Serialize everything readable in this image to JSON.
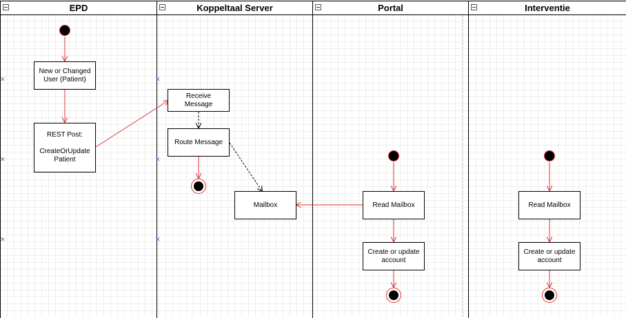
{
  "colors": {
    "flow": "#e03030",
    "dependency": "#000000",
    "grid": "#eeeeee"
  },
  "lanes": [
    {
      "id": "epd",
      "title": "EPD"
    },
    {
      "id": "koppeltaal",
      "title": "Koppeltaal Server"
    },
    {
      "id": "portal",
      "title": "Portal"
    },
    {
      "id": "interventie",
      "title": "Interventie"
    }
  ],
  "nodes": {
    "epd_user": "New or Changed\nUser (Patient)",
    "epd_rest": "REST Post:\n\nCreateOrUpdate\nPatient",
    "kt_receive": "Receive\nMessage",
    "kt_route": "Route Message",
    "kt_mailbox": "Mailbox",
    "portal_read": "Read Mailbox",
    "portal_create": "Create or update\naccount",
    "int_read": "Read Mailbox",
    "int_create": "Create or update\naccount"
  },
  "icons": {
    "collapse": "minus-square-icon",
    "handle": "resize-handle-icon"
  }
}
